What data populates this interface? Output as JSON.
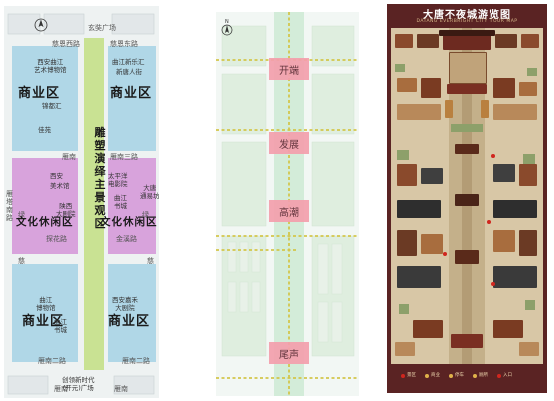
{
  "figure1": {
    "zones": {
      "commercial": "商业区",
      "culture": "文化休闲区",
      "axis": "雕塑演绎主景观区"
    },
    "streets": {
      "top": "玄奘广场",
      "row1": "慈恩西路",
      "row1b": "慈恩东路",
      "left_v": "雁塔南路",
      "row2": "雁南",
      "row2b": "雁南三路",
      "row3": "慈",
      "row3b": "慈",
      "row4": "雁南二路",
      "row4b": "雁南二路",
      "bottom": "雁南",
      "bottom2": "雁南",
      "mid_road": "绿",
      "mid_road2": "绿",
      "ave": "探花路",
      "ave2": "金溪路"
    },
    "places": {
      "p1": "西安曲江\n艺术博物馆",
      "p2": "曲江新乐汇",
      "p3": "新唐人街",
      "p4": "锦都汇",
      "p5": "佳苑",
      "p6": "美术馆",
      "p7": "西安",
      "p8": "太平洋\n电影院",
      "p9": "大唐\n通易坊",
      "p10": "陕西\n大剧院",
      "p11": "曲江\n书城",
      "p12": "西安嘉禾\n大剧院",
      "p13": "创领新时代\n(开元)广场",
      "p14": "曲江\n博物馆",
      "p15": "曲江\n书城"
    }
  },
  "figure2": {
    "nodes": [
      "开端",
      "发展",
      "高潮",
      "尾声"
    ]
  },
  "figure3": {
    "title": "大唐不夜城游览图",
    "subtitle": "DATANG EVERBRIGHT CITY TOUR MAP",
    "legend": [
      "景区",
      "商业",
      "停车",
      "厕所",
      "入口"
    ]
  },
  "colors": {
    "commercial": "#a9d4e6",
    "culture": "#d59ad9",
    "axis": "#c6e08d",
    "node": "#f4a0ad",
    "tour_frame": "#5a2323"
  }
}
